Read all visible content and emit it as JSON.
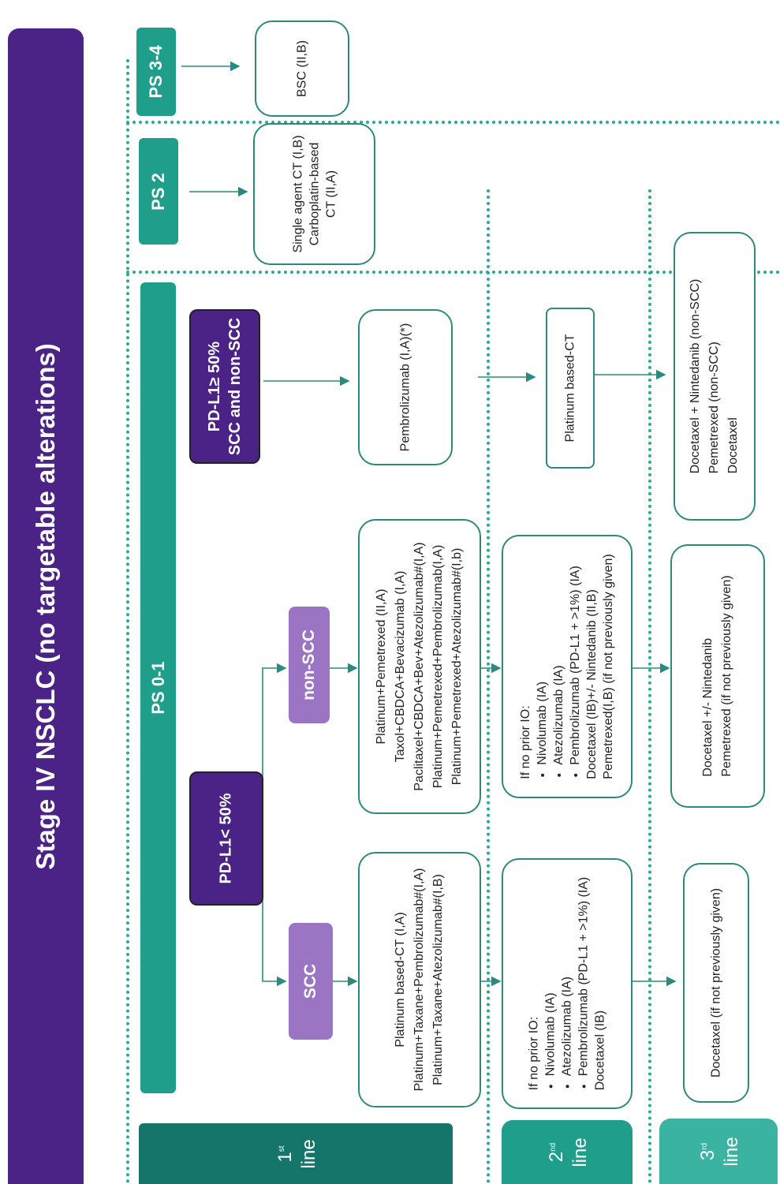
{
  "title": "Stage IV NSCLC (no targetable alterations)",
  "ps_bands": {
    "ps34": "PS 3-4",
    "ps2": "PS 2",
    "ps01": "PS 0-1"
  },
  "lines": {
    "first": {
      "num": "1",
      "sup": "st",
      "word": "line"
    },
    "second": {
      "num": "2",
      "sup": "nd",
      "word": "line"
    },
    "third": {
      "num": "3",
      "sup": "rd",
      "word": "line"
    }
  },
  "ps34_box": "BSC (II,B)",
  "ps2_box": [
    "Single agent CT (I,B)",
    "Carboplatin-based",
    "CT (II,A)"
  ],
  "nodes": {
    "pdl1_high": [
      "PD-L1≥ 50%",
      "SCC and non-SCC"
    ],
    "pdl1_low": "PD-L1< 50%",
    "non_scc": "non-SCC",
    "scc": "SCC"
  },
  "first_line": {
    "high": "Pembrolizumab (I,A)(*)",
    "non_scc": [
      "Platinum+Pemetrexed (II,A)",
      "Taxol+CBDCA+Bevacizumab (I,A)",
      "Paclitaxel+CBDCA+Bev+Atezolizumab#(I,A)",
      "Platinum+Pemetrexed+Pembrolizumab(I,A)",
      "Platinum+Pemetrexed+Atezolizumab#(I,b)"
    ],
    "scc": [
      "Platinum based-CT (I,A)",
      "Platinum+Taxane+Pembrolizumab#(I,A)",
      "Platinum+Taxane+Atezolizumab#(I,B)"
    ]
  },
  "second_line": {
    "high": "Platinum based-CT",
    "non_scc": {
      "intro": "If no prior IO:",
      "bullets": [
        "Nivolumab (IA)",
        "Atezolizumab (IA)",
        "Pembrolizumab (PD-L1 + >1%) (IA)"
      ],
      "rest": [
        "Docetaxel (IB)+/- Nintedanib (II,B)",
        "Pemetrexed(I,B) (if not previously given)"
      ]
    },
    "scc": {
      "intro": "If no prior IO:",
      "bullets": [
        "Nivolumab (IA)",
        "Atezolizumab (IA)",
        "Pembrolizumab (PD-L1 + >1%) (IA)"
      ],
      "rest": [
        "Docetaxel (IB)"
      ]
    }
  },
  "third_line": {
    "high": [
      "Docetaxel + Nintedanib (non-SCC)",
      "Pemetrexed (non-SCC)",
      "Docetaxel"
    ],
    "non_scc": [
      "Docetaxel +/- Nintedanib",
      "Pemetrexed (if not previously given)"
    ],
    "scc": "Docetaxel (if not previously given)"
  },
  "colors": {
    "teal": "#1e9e8b",
    "dark_teal": "#15756a",
    "purple": "#4b2386",
    "lavender": "#9b74c3"
  }
}
